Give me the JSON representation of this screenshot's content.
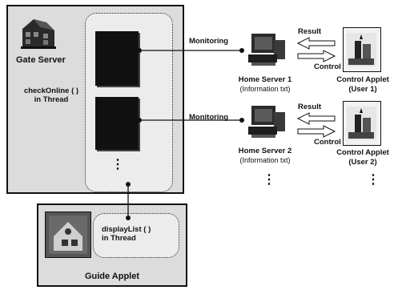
{
  "gate_server": {
    "label": "Gate Server",
    "thread_label_line1": "checkOnline ( )",
    "thread_label_line2": "in Thread"
  },
  "monitoring_labels": [
    "Monitoring",
    "Monitoring"
  ],
  "home_servers": [
    {
      "name": "Home Server 1",
      "info": "(Information txt)"
    },
    {
      "name": "Home Server 2",
      "info": "(Information txt)"
    }
  ],
  "exchange": {
    "result": "Result",
    "control": "Control"
  },
  "applets": [
    {
      "name": "Control Applet",
      "user": "(User 1)"
    },
    {
      "name": "Control Applet",
      "user": "(User 2)"
    }
  ],
  "guide_applet": {
    "label": "Guide Applet",
    "thread_label_line1": "displayList ( )",
    "thread_label_line2": "in Thread"
  },
  "ellipsis": "⋮",
  "icons": [
    "building-icon",
    "computer-icon",
    "applet-screen-icon",
    "guide-applet-icon"
  ]
}
